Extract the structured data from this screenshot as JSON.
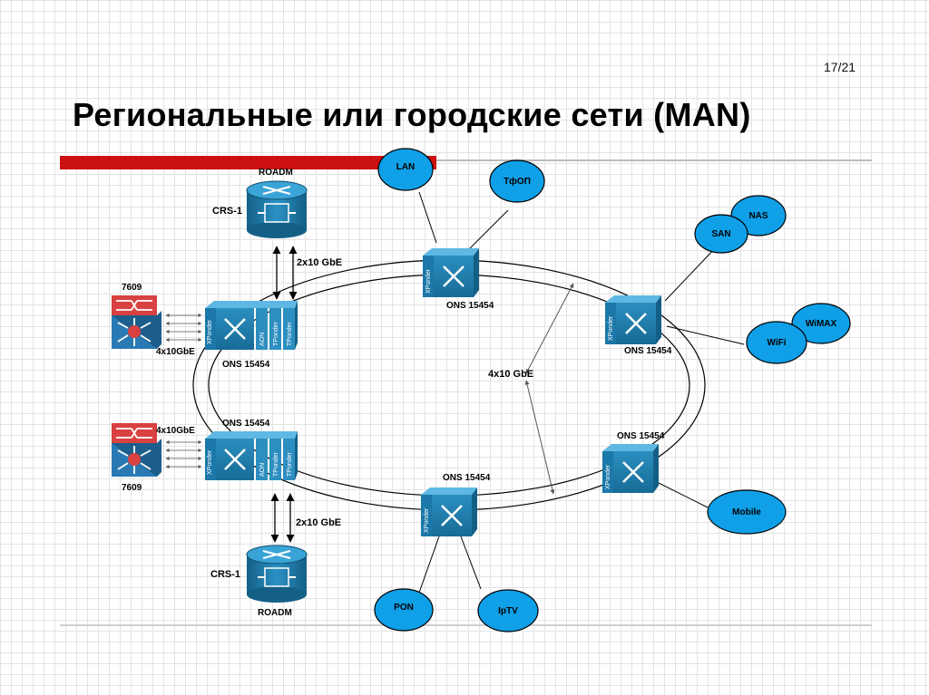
{
  "slide": {
    "page_number": "17/21",
    "title": "Региональные или городские сети (MAN)"
  },
  "diagram": {
    "ring_link_label": "4x10 GbE",
    "nodes": {
      "ons_top": "ONS 15454",
      "ons_right": "ONS 15454",
      "ons_lower_right": "ONS 15454",
      "ons_bottom": "ONS 15454",
      "ons_left_upper": "ONS 15454",
      "ons_left_lower": "ONS 15454"
    },
    "roadm_top_label": "ROADM",
    "roadm_bottom_label": "ROADM",
    "crs_top_label": "CRS-1",
    "crs_bottom_label": "CRS-1",
    "link_top_label": "2x10 GbE",
    "link_bottom_label": "2x10 GbE",
    "router_top_label": "7609",
    "router_bottom_label": "7609",
    "router_top_link": "4x10GbE",
    "router_bottom_link": "4x10GbE",
    "xponder_text": "XPonder",
    "tponder_text": "TPonder",
    "ach_text": "AON",
    "clients": {
      "lan": "LAN",
      "tfop": "ТфОП",
      "nas": "NAS",
      "san": "SAN",
      "wimax": "WiMAX",
      "wifi": "WiFi",
      "mobile": "Mobile",
      "pon": "PON",
      "iptv": "IpTV"
    },
    "colors": {
      "client_fill": "#0fa0e8",
      "device_fill": "#1d7fae",
      "router_red": "#d94141",
      "router_blue": "#2a79b3",
      "accent_red": "#cc1111"
    }
  }
}
